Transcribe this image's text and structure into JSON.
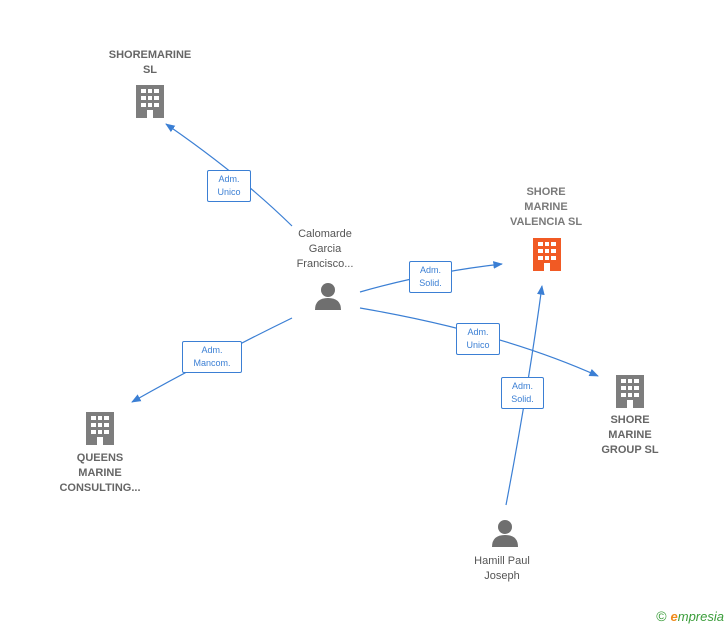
{
  "colors": {
    "edge": "#3b7fd4",
    "company": "#7d7d7d",
    "focus_company": "#f15a24",
    "person": "#6f6f6f"
  },
  "nodes": {
    "shoremarine_sl": {
      "lines": [
        "SHOREMARINE",
        "SL"
      ],
      "icon": "building-icon"
    },
    "shore_marine_valencia": {
      "lines": [
        "SHORE",
        "MARINE",
        "VALENCIA SL"
      ],
      "icon": "building-icon"
    },
    "queens_marine": {
      "lines": [
        "QUEENS",
        "MARINE",
        "CONSULTING..."
      ],
      "icon": "building-icon"
    },
    "shore_marine_group": {
      "lines": [
        "SHORE",
        "MARINE",
        "GROUP SL"
      ],
      "icon": "building-icon"
    },
    "calomarde": {
      "lines": [
        "Calomarde",
        "Garcia",
        "Francisco..."
      ],
      "icon": "person-icon"
    },
    "hamill": {
      "lines": [
        "Hamill Paul",
        "Joseph"
      ],
      "icon": "person-icon"
    }
  },
  "edges": {
    "e1": {
      "lines": [
        "Adm.",
        "Unico"
      ]
    },
    "e2": {
      "lines": [
        "Adm.",
        "Solid."
      ]
    },
    "e3": {
      "lines": [
        "Adm.",
        "Mancom."
      ]
    },
    "e4": {
      "lines": [
        "Adm.",
        "Unico"
      ]
    },
    "e5": {
      "lines": [
        "Adm.",
        "Solid."
      ]
    }
  },
  "brand": {
    "copyright": "©",
    "e": "e",
    "rest": "mpresia"
  }
}
